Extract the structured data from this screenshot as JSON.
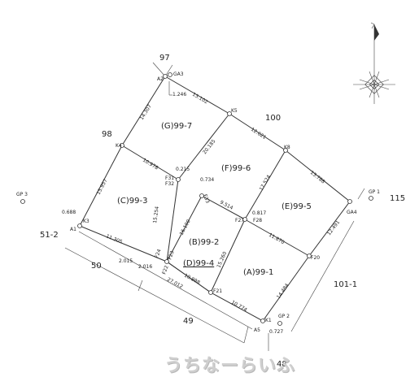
{
  "parcel_labels": {
    "g": "(G)99-7",
    "f": "(F)99-6",
    "c": "(C)99-3",
    "e": "(E)99-5",
    "b": "(B)99-2",
    "d": "(D)99-4",
    "a": "(A)99-1"
  },
  "neighbor_labels": {
    "n97": "97",
    "n98": "98",
    "n100": "100",
    "n115": "115",
    "n51_2": "51-2",
    "n50": "50",
    "n49": "49",
    "n101_1": "101-1",
    "n48": "48"
  },
  "point_labels": {
    "a2": "A2",
    "ga3": "GA3",
    "k5": "K5",
    "k8": "K8",
    "k4": "K4",
    "f31": "F31",
    "f32": "F32",
    "f33": "F33",
    "f27": "F27",
    "f28": "F28",
    "ga4": "GA4",
    "a1": "A1",
    "k3": "K3",
    "f24": "F24",
    "f23": "F23",
    "f22": "F22",
    "f20": "F20",
    "f21": "F21",
    "k1": "K1",
    "a5": "A5",
    "gp3": "GP 3",
    "gp1": "GP 1",
    "gp2": "GP 2"
  },
  "dimensions": {
    "d1_246": "1.246",
    "d13_102": "13.102",
    "d14_307": "14.307",
    "d12_621": "12.621",
    "d10_978": "10.978",
    "d0_215": "0.215",
    "d13_788": "13.788",
    "d15_957": "15.957",
    "d20_185": "20.185",
    "d0_734": "0.734",
    "d17_524": "17.524",
    "d15_254": "15.254",
    "d9_514": "9.514",
    "d0_817": "0.817",
    "d16_100": "16.100",
    "d12_491": "12.491",
    "d0_688": "0.688",
    "d11_305": "11.305",
    "d11_870": "11.870",
    "d15_260": "15.260",
    "d2_015": "2.015",
    "d2_016": "2.016",
    "d10_898": "10.898",
    "d27_012": "27.012",
    "d14_484": "14.484",
    "d10_774": "10.774",
    "d0_727": "0.727"
  },
  "watermark": "うちなーらいふ"
}
